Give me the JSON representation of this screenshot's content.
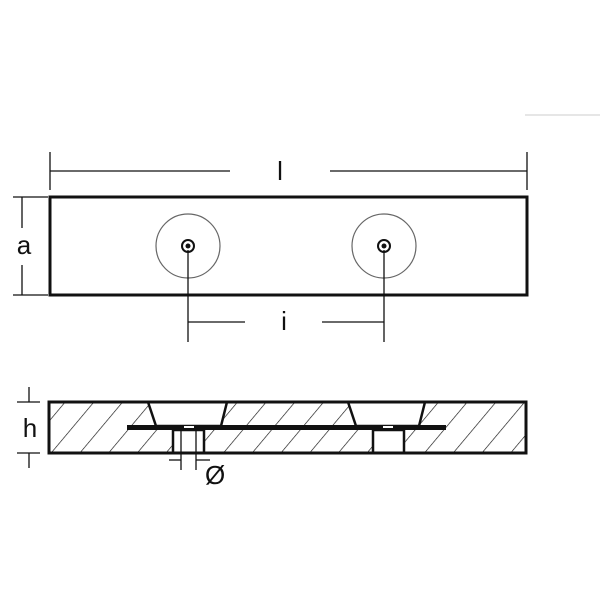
{
  "labels": {
    "length": "l",
    "width": "a",
    "hole_spacing": "i",
    "height": "h",
    "hole_diameter": "Ø"
  },
  "colors": {
    "line": "#111111",
    "circle": "#555555",
    "background": "#ffffff"
  }
}
